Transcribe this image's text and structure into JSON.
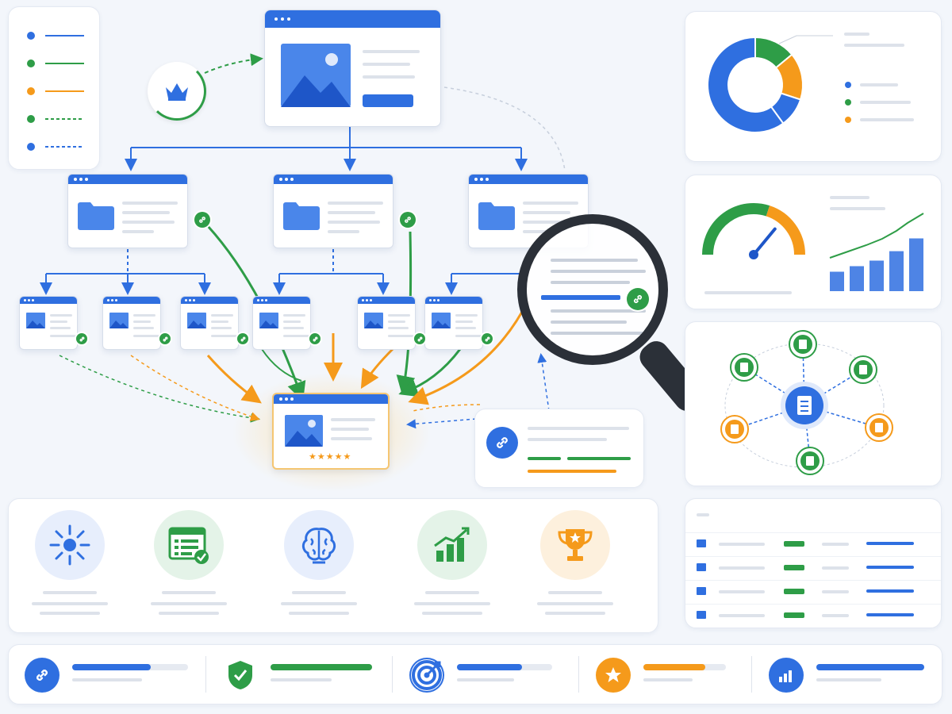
{
  "colors": {
    "blue": "#2f6fe0",
    "green": "#2e9d47",
    "orange": "#f59a1b",
    "gray": "#dde2ea",
    "lightbg": "#f3f6fb"
  },
  "legend": {
    "items": [
      {
        "color": "#2f6fe0",
        "style": "solid"
      },
      {
        "color": "#2e9d47",
        "style": "solid"
      },
      {
        "color": "#f59a1b",
        "style": "solid"
      },
      {
        "color": "#2e9d47",
        "style": "dashed"
      },
      {
        "color": "#2f6fe0",
        "style": "dashed"
      }
    ]
  },
  "hierarchy": {
    "root_icon": "crown-icon",
    "category_icon": "folder-icon",
    "link_icon": "link-icon",
    "target_rating": 5,
    "target_stars": "★★★★★"
  },
  "magnifier": {
    "icon": "magnifying-glass-icon"
  },
  "donut": {
    "segments": [
      {
        "color": "#2f6fe0",
        "value": 60
      },
      {
        "color": "#2e9d47",
        "value": 14
      },
      {
        "color": "#f59a1b",
        "value": 16
      },
      {
        "color": "#2f6fe0",
        "value": 10
      }
    ]
  },
  "gauge": {
    "value": 0.72
  },
  "trend": {
    "bars": [
      0.35,
      0.45,
      0.55,
      0.72,
      0.95
    ]
  },
  "network": {
    "center_icon": "document-icon",
    "nodes": [
      "folder-icon",
      "document-icon",
      "image-icon",
      "image-icon",
      "image-icon",
      "document-icon"
    ]
  },
  "process": {
    "steps": [
      {
        "icon": "focus-icon"
      },
      {
        "icon": "checklist-icon"
      },
      {
        "icon": "brain-icon"
      },
      {
        "icon": "growth-chart-icon"
      },
      {
        "icon": "trophy-icon"
      }
    ]
  },
  "footer": {
    "items": [
      {
        "icon": "link-icon",
        "color": "#2f6fe0",
        "fill": 0.68
      },
      {
        "icon": "shield-check-icon",
        "color": "#2e9d47",
        "fill": 1.0
      },
      {
        "icon": "target-icon",
        "color": "#2f6fe0",
        "fill": 0.68
      },
      {
        "icon": "star-icon",
        "color": "#f59a1b",
        "fill": 0.75
      },
      {
        "icon": "bar-chart-icon",
        "color": "#2f6fe0",
        "fill": 1.0
      }
    ]
  },
  "table": {
    "rows": 4
  },
  "glyphs": {
    "link": "🔗",
    "star": "★",
    "check": "✓",
    "arrow": "→"
  }
}
